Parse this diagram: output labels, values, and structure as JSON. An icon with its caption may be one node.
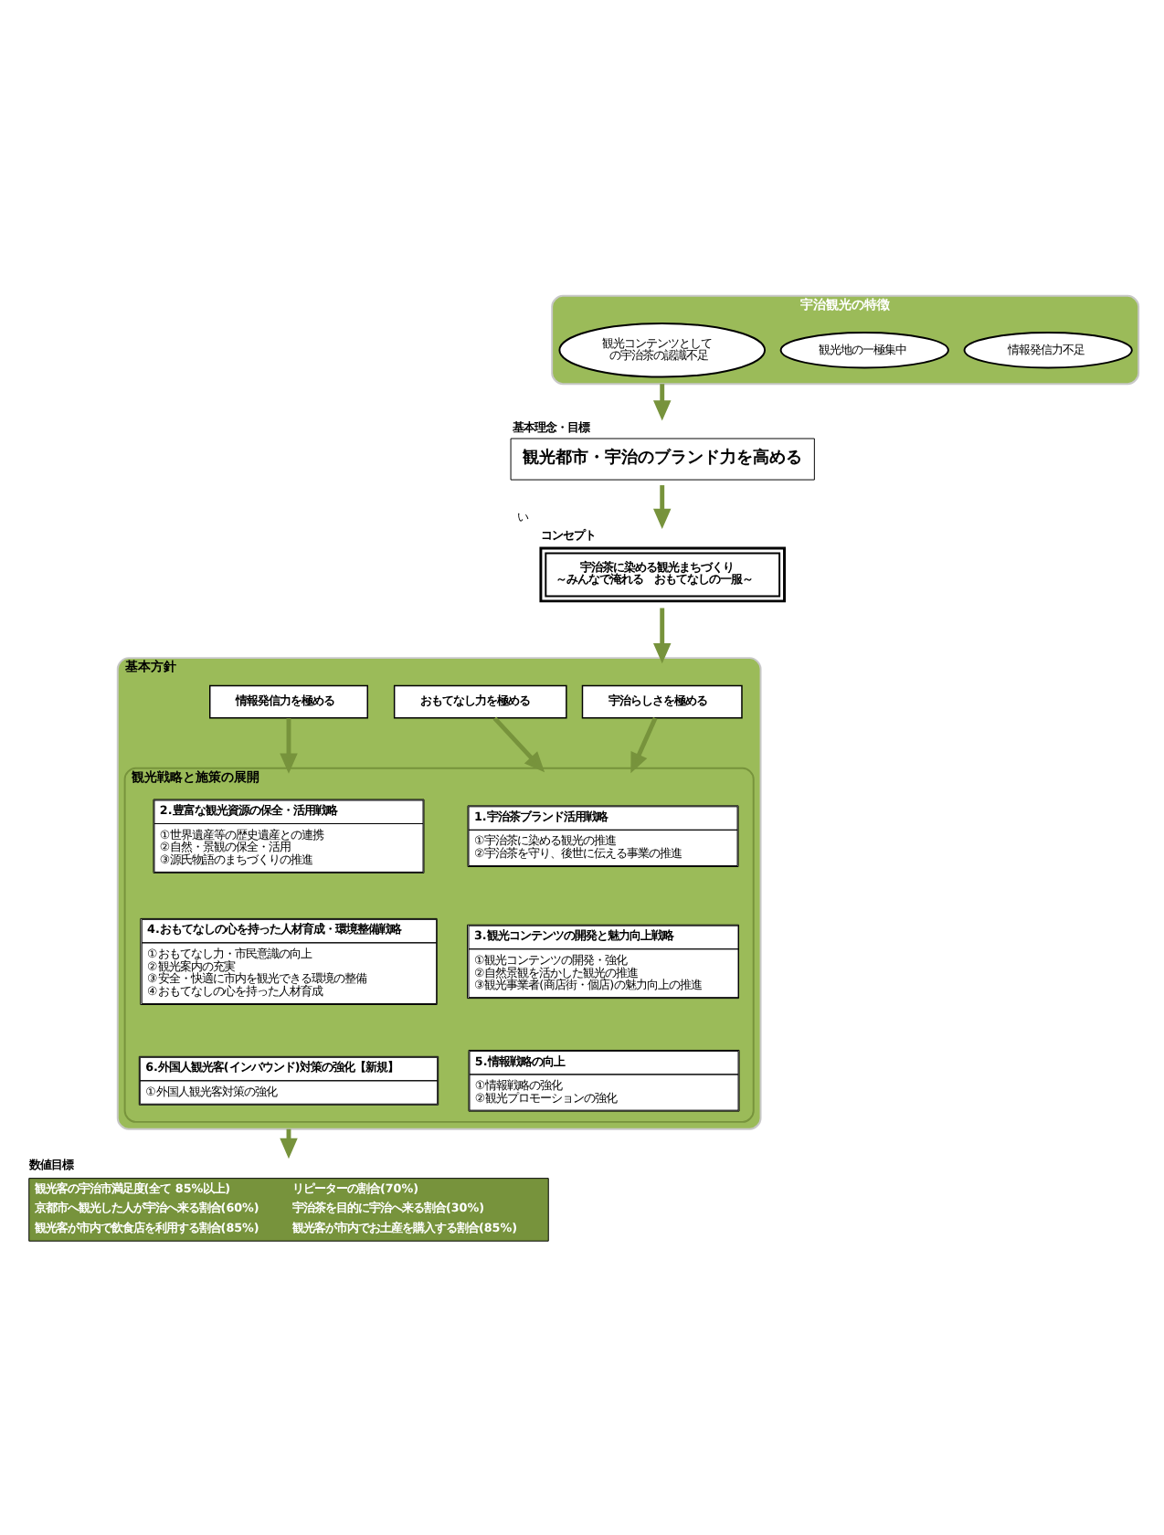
{
  "diagram": {
    "nodes": [
      {
        "text": [
          "宇治観光の特徴"
        ]
      },
      {
        "text": [
          "情報発信力不足"
        ],
        "in": 0
      },
      {
        "text": [
          "観光地の一極集中"
        ],
        "in": 0
      },
      {
        "text": [
          "観光コンテンツとしての宇治茶の認識不足"
        ],
        "in": 0
      },
      {
        "text": [
          "基本理念・目標",
          "観光都市・宇治のブランド力を高める"
        ]
      },
      {
        "text": [
          "コンセプト",
          "宇治茶に染める観光まちづくり",
          "～みんなで淹れる　おもてなしの一服～"
        ],
        "beside": [
          "い"
        ]
      },
      {
        "text": [
          "基本方針"
        ]
      },
      {
        "text": [
          "宇治らしさを極める"
        ],
        "in": 6
      },
      {
        "text": [
          "おもてなし力を極める"
        ],
        "in": 6
      },
      {
        "text": [
          "情報発信力を極める"
        ],
        "in": 6
      },
      {
        "text": [
          "観光戦略と施策の展開"
        ],
        "in": 6
      },
      {
        "text": [
          "1.宇治茶ブランド活用戦略",
          "①宇治茶に染める観光の推進",
          "②宇治茶を守り、後世に伝える事業の推進"
        ],
        "in": 10
      },
      {
        "text": [
          "2.豊富な観光資源の保全・活用戦略",
          "①世界遺産等の歴史遺産との連携",
          "②自然・景観の保全・活用",
          "③源氏物語のまちづくりの推進"
        ],
        "in": 10
      },
      {
        "text": [
          "3.観光コンテンツの開発と魅力向上戦略",
          "①観光コンテンツの開発・強化",
          "②自然景観を活かした観光の推進",
          "③観光事業者(商店街・個店)の魅力向上の推進"
        ],
        "in": 10
      },
      {
        "text": [
          "4.おもてなしの心を持った人材育成・環境整備戦略",
          "①おもてなし力・市民意識の向上",
          "②観光案内の充実",
          "③安全・快適に市内を観光できる環境の整備",
          "④おもてなしの心を持った人材育成"
        ],
        "in": 10
      },
      {
        "text": [
          "5.情報戦略の向上",
          "①情報戦略の強化",
          "②観光プロモーションの強化"
        ],
        "in": 10
      },
      {
        "text": [
          "6.外国人観光客(インバウンド)対策の強化【新規】",
          "①外国人観光客対策の強化"
        ],
        "in": 10
      },
      {
        "text": [
          "数値目標",
          "観光客の宇治市満足度(全て 85%以上)",
          "リピーターの割合(70%)",
          "京都市へ観光した人が宇治へ来る割合(60%)",
          "宇治茶を目的に宇治へ来る割合(30%)",
          "観光客が市内で飲食店を利用する割合(85%)",
          "観光客が市内でお土産を購入する割合(85%)"
        ]
      }
    ],
    "edges": [
      {
        "from": 0,
        "to": 4,
        "arrow": "to"
      },
      {
        "from": 4,
        "to": 5,
        "arrow": "to"
      },
      {
        "from": 5,
        "to": 6,
        "arrow": "to"
      },
      {
        "from": 7,
        "to": 10,
        "arrow": "to"
      },
      {
        "from": 8,
        "to": 10,
        "arrow": "to"
      },
      {
        "from": 9,
        "to": 10,
        "arrow": "to"
      },
      {
        "from": 6,
        "to": 17,
        "arrow": "to"
      }
    ]
  }
}
